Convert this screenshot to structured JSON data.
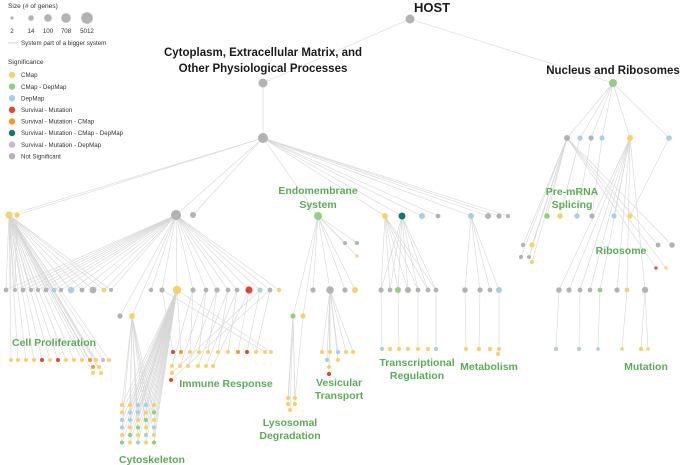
{
  "legend": {
    "size_title": "Size (# of genes)",
    "sizes": [
      "2",
      "14",
      "100",
      "708",
      "5012"
    ],
    "edge_label": "System part of a bigger system",
    "significance_title": "Significance",
    "categories": [
      {
        "label": "CMap",
        "color": "#f7d26a"
      },
      {
        "label": "CMap - DepMap",
        "color": "#8fd17e"
      },
      {
        "label": "DepMap",
        "color": "#a6cfe8"
      },
      {
        "label": "Survival - Mutation",
        "color": "#e8432e"
      },
      {
        "label": "Survival - Mutation - CMap",
        "color": "#f39a2e"
      },
      {
        "label": "Survival - Mutation - CMap - DepMap",
        "color": "#157a6e"
      },
      {
        "label": "Survival - Mutation - DepMap",
        "color": "#d3b3d9"
      },
      {
        "label": "Not Significant",
        "color": "#b3b3b3"
      }
    ]
  },
  "labels": {
    "host": "HOST",
    "cytoplasm_line1": "Cytoplasm, Extracellular Matrix, and",
    "cytoplasm_line2": "Other Physiological Processes",
    "nucleus": "Nucleus and Ribosomes",
    "endomembrane_line1": "Endomembrane",
    "endomembrane_line2": "System",
    "premrna_line1": "Pre-mRNA",
    "premrna_line2": "Splicing",
    "ribosome": "Ribosome",
    "cell_proliferation": "Cell Proliferation",
    "immune_response": "Immune Response",
    "vesicular_line1": "Vesicular",
    "vesicular_line2": "Transport",
    "transcriptional_line1": "Transcriptional",
    "transcriptional_line2": "Regulation",
    "metabolism": "Metabolism",
    "mutation": "Mutation",
    "lysosomal_line1": "Lysosomal",
    "lysosomal_line2": "Degradation",
    "cytoskeleton": "Cytoskeleton"
  }
}
